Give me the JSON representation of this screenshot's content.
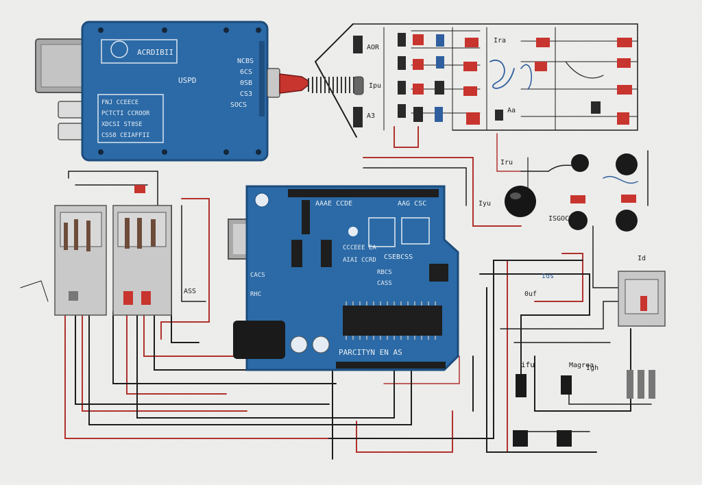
{
  "colors": {
    "paper": "#eeeeec",
    "board_blue": "#2b6aa6",
    "board_edge": "#1c4c7c",
    "wire_dark": "#1c1c1c",
    "wire_red": "#b0302c",
    "ink_blue": "#2f5f9e",
    "component_red": "#c8342e",
    "metal": "#b8b8b8"
  },
  "top_board": {
    "logo_text": "ACRDIBII",
    "label_right": "USPD",
    "pin_labels": [
      "NCBS",
      "6CS",
      "0SB",
      "CS3",
      "SOCS"
    ],
    "info_lines": [
      "FNJ  CCEECE",
      "PCTCTI CCROOR",
      "XDCSI ST8SE",
      "CSS8  CEIAFFII"
    ]
  },
  "main_board": {
    "header_text": "AAAE CCDE",
    "header_text_right": "AAG CSC",
    "chip_label": "CSEBCSS",
    "mid_labels": [
      "CCCEEE  EA",
      "AIAI  CCRD",
      "RBCS",
      "CASS"
    ],
    "side_labels": [
      "CACS",
      "RHC"
    ],
    "footer_text": "PARCITYN EN AS"
  },
  "annotations": [
    "Ipu",
    "AOR",
    "A3",
    "Ira",
    "Aa",
    "Iru",
    "Iyu",
    "ISGOC",
    "ASS",
    "ifu",
    "Magrea",
    "0uf",
    "Ids",
    "Igh",
    "Id"
  ]
}
